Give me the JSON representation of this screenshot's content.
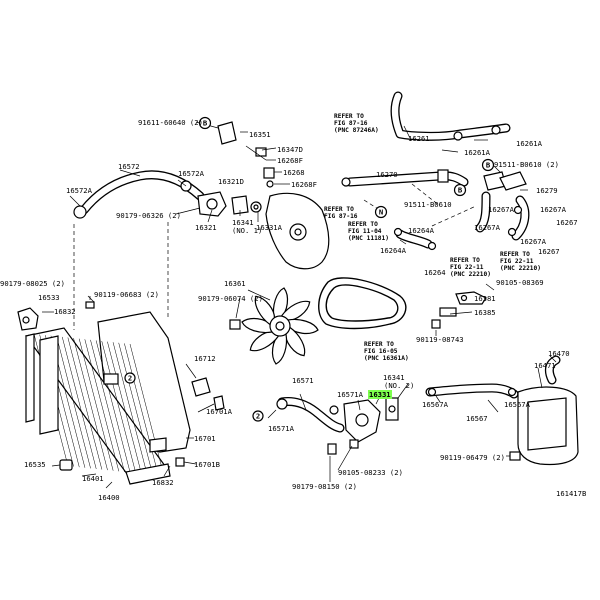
{
  "figure_id": "161417B",
  "highlight_color": "#7dff4d",
  "callouts": [
    {
      "id": "c-91611-60640",
      "text": "91611-60640 (2)"
    },
    {
      "id": "c-16351",
      "text": "16351"
    },
    {
      "id": "c-16347d",
      "text": "16347D"
    },
    {
      "id": "c-16268f-a",
      "text": "16268F"
    },
    {
      "id": "c-16268",
      "text": "16268"
    },
    {
      "id": "c-16268f-b",
      "text": "16268F"
    },
    {
      "id": "c-16572",
      "text": "16572"
    },
    {
      "id": "c-16572a-a",
      "text": "16572A"
    },
    {
      "id": "c-16321d",
      "text": "16321D"
    },
    {
      "id": "c-16572a-b",
      "text": "16572A"
    },
    {
      "id": "c-90179-06326",
      "text": "90179-06326 (2)"
    },
    {
      "id": "c-16321",
      "text": "16321"
    },
    {
      "id": "c-16341-no1",
      "text": "16341"
    },
    {
      "id": "c-no1",
      "text": "(NO. 1)"
    },
    {
      "id": "c-16331a",
      "text": "16331A"
    },
    {
      "id": "c-16270",
      "text": "16270"
    },
    {
      "id": "c-16261",
      "text": "16261"
    },
    {
      "id": "c-16261a-a",
      "text": "16261A"
    },
    {
      "id": "c-16261a-b",
      "text": "16261A"
    },
    {
      "id": "c-91511-b0610-a",
      "text": "91511-B0610 (2)"
    },
    {
      "id": "c-16279",
      "text": "16279"
    },
    {
      "id": "c-91511-b0610-b",
      "text": "91511-B0610"
    },
    {
      "id": "c-16267a-a",
      "text": "16267A"
    },
    {
      "id": "c-16267a-b",
      "text": "16267A"
    },
    {
      "id": "c-16267",
      "text": "16267"
    },
    {
      "id": "c-16267a-c",
      "text": "16267A"
    },
    {
      "id": "c-16267a-d",
      "text": "16267A"
    },
    {
      "id": "c-16267-b",
      "text": "16267"
    },
    {
      "id": "c-16264a-a",
      "text": "16264A"
    },
    {
      "id": "c-16264a-b",
      "text": "16264A"
    },
    {
      "id": "c-16264",
      "text": "16264"
    },
    {
      "id": "c-90179-08025",
      "text": "90179-08025 (2)"
    },
    {
      "id": "c-90119-06683",
      "text": "90119-06683 (2)"
    },
    {
      "id": "c-16533",
      "text": "16533"
    },
    {
      "id": "c-16832-a",
      "text": "16832"
    },
    {
      "id": "c-16361",
      "text": "16361"
    },
    {
      "id": "c-90179-06074",
      "text": "90179-06074 (2)"
    },
    {
      "id": "c-90105-08369",
      "text": "90105-08369"
    },
    {
      "id": "c-16381",
      "text": "16381"
    },
    {
      "id": "c-16385",
      "text": "16385"
    },
    {
      "id": "c-90119-08743",
      "text": "90119-08743"
    },
    {
      "id": "c-16712",
      "text": "16712"
    },
    {
      "id": "c-16571",
      "text": "16571"
    },
    {
      "id": "c-16571a-a",
      "text": "16571A"
    },
    {
      "id": "c-16331",
      "text": "16331",
      "highlight": true
    },
    {
      "id": "c-16341-no2",
      "text": "16341"
    },
    {
      "id": "c-no2",
      "text": "(NO. 2)"
    },
    {
      "id": "c-16470",
      "text": "16470"
    },
    {
      "id": "c-16471",
      "text": "16471"
    },
    {
      "id": "c-16567a-a",
      "text": "16567A"
    },
    {
      "id": "c-16567a-b",
      "text": "16567A"
    },
    {
      "id": "c-16567",
      "text": "16567"
    },
    {
      "id": "c-16701a",
      "text": "16701A"
    },
    {
      "id": "c-16571a-b",
      "text": "16571A"
    },
    {
      "id": "c-16701",
      "text": "16701"
    },
    {
      "id": "c-16535",
      "text": "16535"
    },
    {
      "id": "c-16701b",
      "text": "16701B"
    },
    {
      "id": "c-90105-08233",
      "text": "90105-08233 (2)"
    },
    {
      "id": "c-90119-06479",
      "text": "90119-06479 (2)"
    },
    {
      "id": "c-16401",
      "text": "16401"
    },
    {
      "id": "c-16832-b",
      "text": "16832"
    },
    {
      "id": "c-16400",
      "text": "16400"
    },
    {
      "id": "c-90179-08150",
      "text": "90179-08150 (2)"
    }
  ],
  "refer_notes": [
    {
      "id": "r1",
      "lines": [
        "REFER TO",
        "FIG 87-16",
        "(PNC 87246A)"
      ]
    },
    {
      "id": "r2",
      "lines": [
        "REFER TO",
        "FIG 87-16"
      ]
    },
    {
      "id": "r3",
      "lines": [
        "REFER TO",
        "FIG 11-04",
        "(PNC 11181)"
      ]
    },
    {
      "id": "r4",
      "lines": [
        "REFER TO",
        "FIG 22-11",
        "(PNC 22210)"
      ]
    },
    {
      "id": "r5",
      "lines": [
        "REFER TO",
        "FIG 22-11",
        "(PNC 22210)"
      ]
    },
    {
      "id": "r6",
      "lines": [
        "REFER TO",
        "FIG 16-05",
        "(PNC 16361A)"
      ]
    }
  ],
  "circle_markers": [
    {
      "id": "m-b1",
      "text": "B"
    },
    {
      "id": "m-b2",
      "text": "B"
    },
    {
      "id": "m-b3",
      "text": "B"
    },
    {
      "id": "m-n",
      "text": "N"
    },
    {
      "id": "m-2a",
      "text": "2"
    },
    {
      "id": "m-2b",
      "text": "2"
    }
  ]
}
